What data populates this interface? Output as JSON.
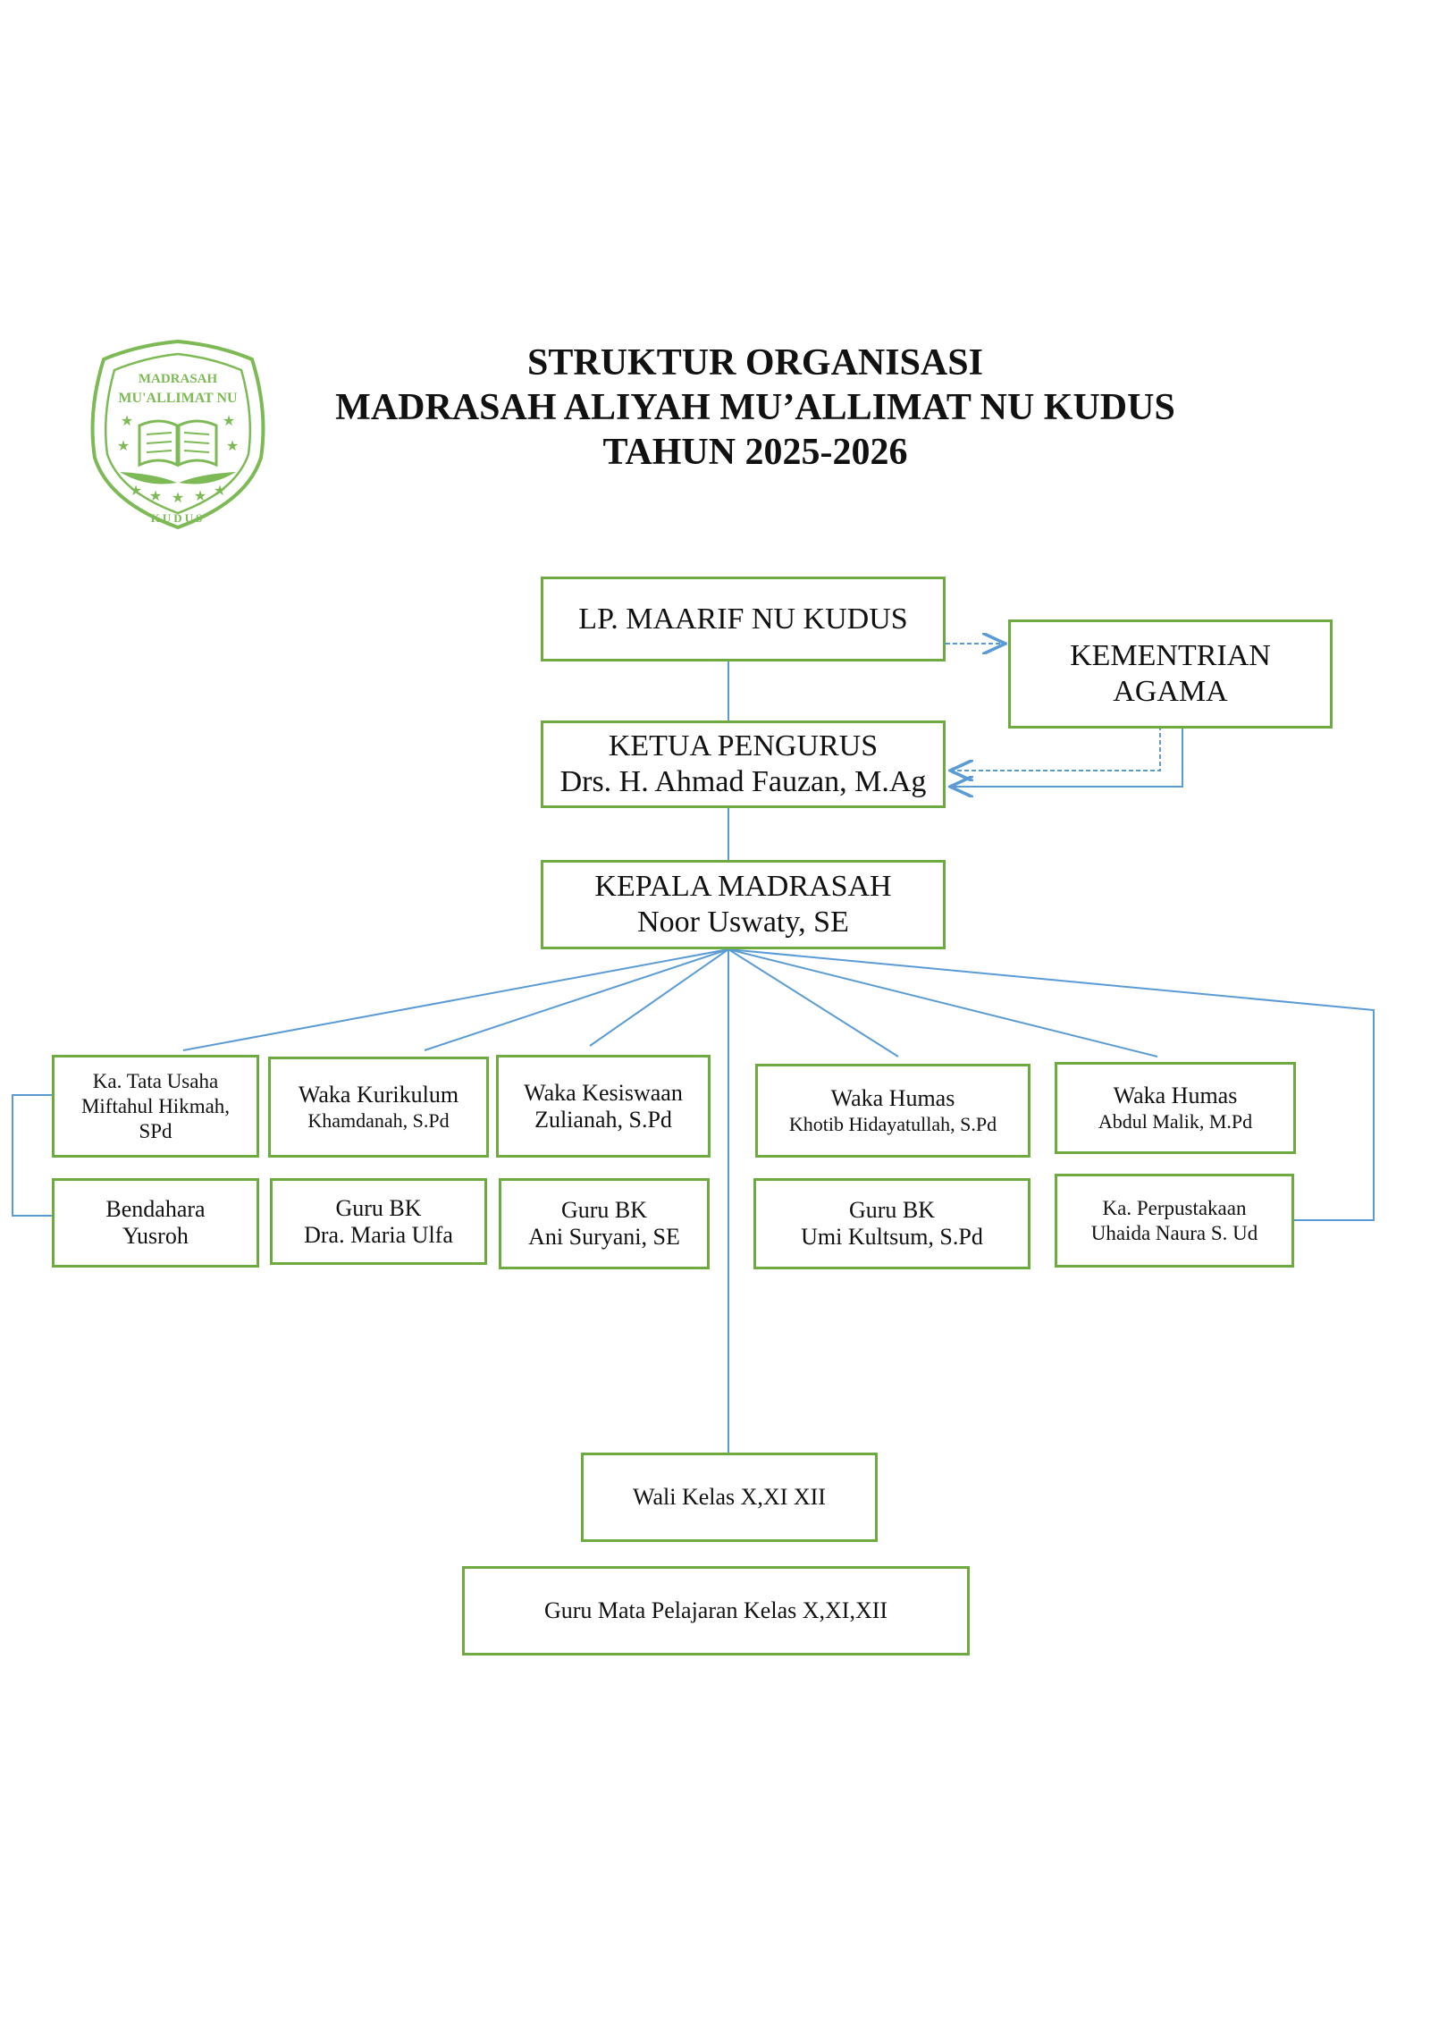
{
  "header": {
    "title_line1": "STRUKTUR ORGANISASI",
    "title_line2": "MADRASAH ALIYAH MU’ALLIMAT NU KUDUS",
    "title_line3": "TAHUN 2025-2026"
  },
  "logo": {
    "top_text": "MADRASAH",
    "arc_text": "MU'ALLIMAT NU",
    "bottom_text": "KUDUS",
    "icon": "open-book-star-emblem"
  },
  "colors": {
    "box_border": "#6daa3f",
    "connector": "#5b9bd5",
    "logo_green": "#7dba55"
  },
  "nodes": {
    "lp_maarif": {
      "line1": "LP. MAARIF NU KUDUS"
    },
    "kementrian": {
      "line1": "KEMENTRIAN",
      "line2": "AGAMA"
    },
    "ketua": {
      "line1": "KETUA PENGURUS",
      "line2": "Drs. H. Ahmad Fauzan, M.Ag"
    },
    "kepala": {
      "line1": "KEPALA MADRASAH",
      "line2": "Noor Uswaty, SE"
    },
    "tata_usaha": {
      "line1": "Ka. Tata Usaha",
      "line2": "Miftahul Hikmah,",
      "line3": "SPd"
    },
    "kurikulum": {
      "line1": "Waka Kurikulum",
      "line2": "Khamdanah, S.Pd"
    },
    "kesiswaan": {
      "line1": "Waka Kesiswaan",
      "line2": "Zulianah, S.Pd"
    },
    "humas1": {
      "line1": "Waka Humas",
      "line2": "Khotib Hidayatullah, S.Pd"
    },
    "humas2": {
      "line1": "Waka Humas",
      "line2": "Abdul Malik, M.Pd"
    },
    "bendahara": {
      "line1": "Bendahara",
      "line2": "Yusroh"
    },
    "bk1": {
      "line1": "Guru BK",
      "line2": "Dra. Maria Ulfa"
    },
    "bk2": {
      "line1": "Guru BK",
      "line2": "Ani Suryani, SE"
    },
    "bk3": {
      "line1": "Guru BK",
      "line2": "Umi Kultsum, S.Pd"
    },
    "perpustakaan": {
      "line1": "Ka. Perpustakaan",
      "line2": "Uhaida Naura S. Ud"
    },
    "wali_kelas": {
      "line1": "Wali Kelas X,XI XII"
    },
    "guru_mapel": {
      "line1": "Guru Mata Pelajaran Kelas X,XI,XII"
    }
  }
}
